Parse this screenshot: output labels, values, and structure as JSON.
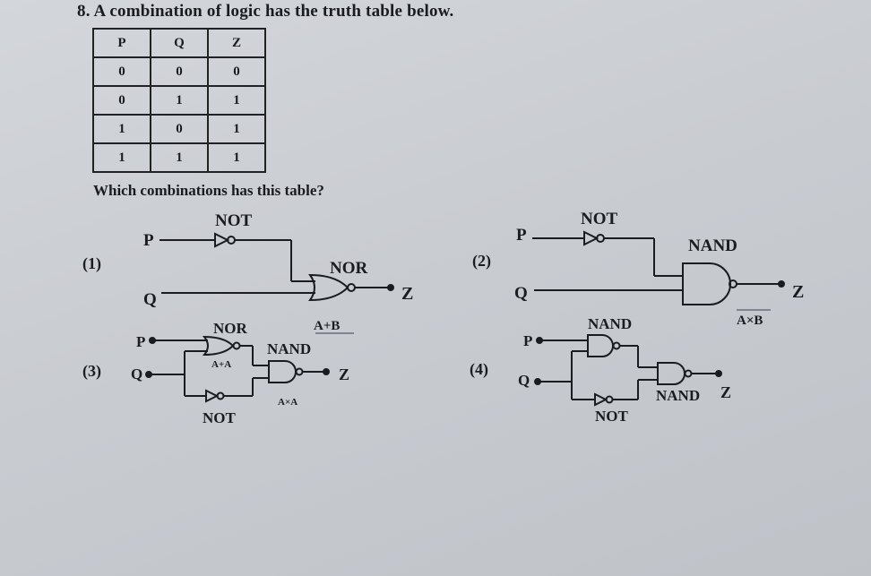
{
  "question": "8. A combination of logic has the truth table below.",
  "truth_table": {
    "headers": [
      "P",
      "Q",
      "Z"
    ],
    "rows": [
      [
        "0",
        "0",
        "0"
      ],
      [
        "0",
        "1",
        "1"
      ],
      [
        "1",
        "0",
        "1"
      ],
      [
        "1",
        "1",
        "1"
      ]
    ]
  },
  "prompt": "Which combinations has this table?",
  "options": {
    "opt1": {
      "label": "(1)",
      "in_p": "P",
      "in_q": "Q",
      "gate1": "NOT",
      "gate2": "NOR",
      "out": "Z",
      "note": "A+B"
    },
    "opt2": {
      "label": "(2)",
      "in_p": "P",
      "in_q": "Q",
      "gate1": "NOT",
      "gate2": "NAND",
      "out": "Z",
      "note": "A×B"
    },
    "opt3": {
      "label": "(3)",
      "in_p": "P",
      "in_q": "Q",
      "gate1": "NOR",
      "gate2": "NAND",
      "gate3": "NOT",
      "out": "Z",
      "note1": "A+A",
      "note2": "A×A"
    },
    "opt4": {
      "label": "(4)",
      "in_p": "P",
      "in_q": "Q",
      "gate1": "NAND",
      "gate2": "NAND",
      "gate3": "NOT",
      "out": "Z"
    }
  }
}
